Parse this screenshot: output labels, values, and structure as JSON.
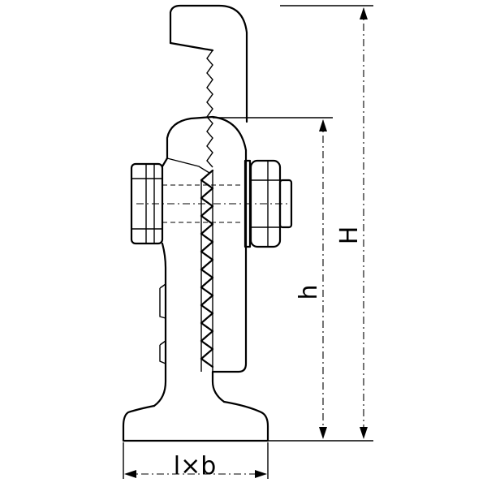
{
  "labels": {
    "overall_height": "H",
    "height": "h",
    "base_size": "l×b"
  }
}
